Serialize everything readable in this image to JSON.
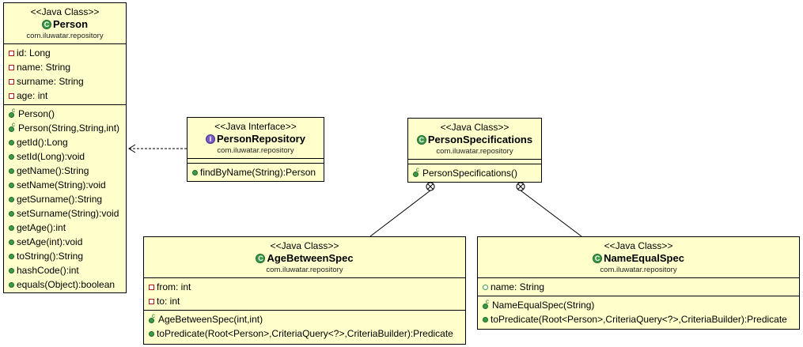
{
  "classes": {
    "person": {
      "stereotype": "<<Java Class>>",
      "name": "Person",
      "package": "com.iluwatar.repository",
      "icon": "class-icon",
      "attributes": [
        "id: Long",
        "name: String",
        "surname: String",
        "age: int"
      ],
      "constructors": [
        "Person()",
        "Person(String,String,int)"
      ],
      "methods": [
        "getId():Long",
        "setId(Long):void",
        "getName():String",
        "setName(String):void",
        "getSurname():String",
        "setSurname(String):void",
        "getAge():int",
        "setAge(int):void",
        "toString():String",
        "hashCode():int",
        "equals(Object):boolean"
      ]
    },
    "person_repository": {
      "stereotype": "<<Java Interface>>",
      "name": "PersonRepository",
      "package": "com.iluwatar.repository",
      "icon": "interface-icon",
      "methods": [
        "findByName(String):Person"
      ]
    },
    "person_specifications": {
      "stereotype": "<<Java Class>>",
      "name": "PersonSpecifications",
      "package": "com.iluwatar.repository",
      "icon": "class-icon",
      "constructors": [
        "PersonSpecifications()"
      ]
    },
    "age_between_spec": {
      "stereotype": "<<Java Class>>",
      "name": "AgeBetweenSpec",
      "package": "com.iluwatar.repository",
      "icon": "class-icon",
      "attributes": [
        "from: int",
        "to: int"
      ],
      "constructors": [
        "AgeBetweenSpec(int,int)"
      ],
      "methods": [
        "toPredicate(Root<Person>,CriteriaQuery<?>,CriteriaBuilder):Predicate"
      ]
    },
    "name_equal_spec": {
      "stereotype": "<<Java Class>>",
      "name": "NameEqualSpec",
      "package": "com.iluwatar.repository",
      "icon": "class-icon",
      "attributes": [
        "name: String"
      ],
      "constructors": [
        "NameEqualSpec(String)"
      ],
      "methods": [
        "toPredicate(Root<Person>,CriteriaQuery<?>,CriteriaBuilder):Predicate"
      ]
    }
  },
  "icon_letters": {
    "class": "C",
    "interface": "I",
    "constructor": "c"
  },
  "colors": {
    "class_fill": "#ffffcc",
    "class_icon": "#3c9a48",
    "interface_icon": "#7a5bbf",
    "private_marker": "#b01818"
  }
}
